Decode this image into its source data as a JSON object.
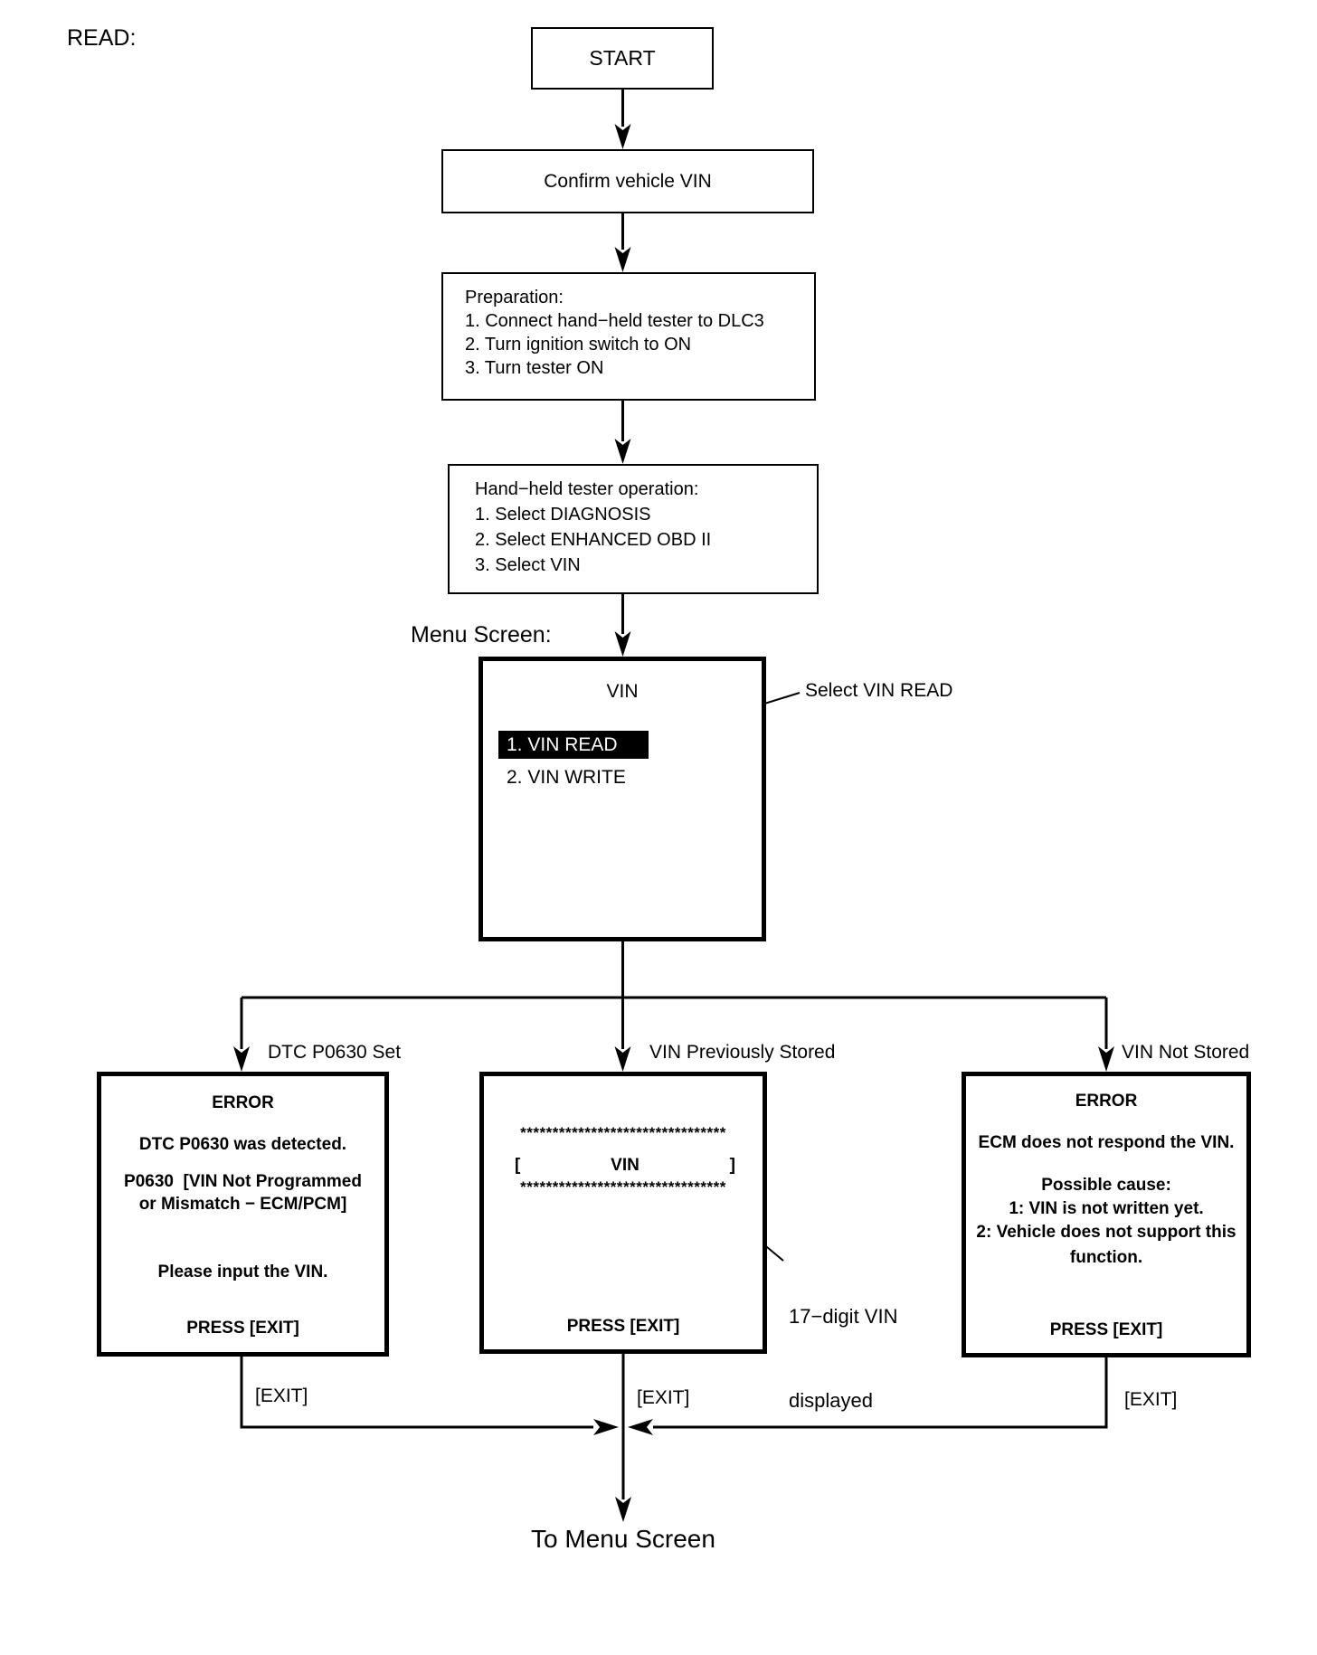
{
  "page": {
    "read_label": "READ:",
    "menu_screen_label": "Menu Screen:",
    "to_menu_screen": "To Menu Screen"
  },
  "flow": {
    "start": "START",
    "confirm": "Confirm vehicle VIN",
    "preparation": {
      "lines": [
        "Preparation:",
        "1. Connect hand−held tester to DLC3",
        "2. Turn ignition switch to ON",
        "3. Turn tester ON"
      ]
    },
    "tester_operation": {
      "lines": [
        "Hand−held tester operation:",
        "1. Select DIAGNOSIS",
        "2. Select ENHANCED OBD II",
        "3. Select VIN"
      ]
    },
    "menu_screen": {
      "title": "VIN",
      "item_read": "1. VIN READ",
      "item_write": "2. VIN WRITE",
      "annotation": "Select VIN READ",
      "highlight_color": "#000000"
    }
  },
  "branches": {
    "left_label": "DTC P0630 Set",
    "center_label": "VIN Previously Stored",
    "right_label": "VIN Not Stored"
  },
  "screens": {
    "dtc_error": {
      "title": "ERROR",
      "line1": "DTC P0630 was detected.",
      "line2": "P0630  [VIN Not Programmed",
      "line3": "or Mismatch − ECM/PCM]",
      "line4": "Please input the VIN.",
      "press_exit": "PRESS [EXIT]"
    },
    "vin_display": {
      "stars_top": "********************************",
      "bracket_open": "[",
      "vin_label": "VIN",
      "bracket_close": "]",
      "stars_bottom": "********************************",
      "press_exit": "PRESS [EXIT]",
      "annotation_line1": "17−digit VIN",
      "annotation_line2": "displayed"
    },
    "ecm_error": {
      "title": "ERROR",
      "line1": "ECM does not respond the VIN.",
      "line2": "Possible cause:",
      "line3": "1: VIN is not written yet.",
      "line4": "2: Vehicle does not support this",
      "line5": "function.",
      "press_exit": "PRESS [EXIT]"
    }
  },
  "exits": {
    "left": "[EXIT]",
    "center": "[EXIT]",
    "right": "[EXIT]"
  }
}
